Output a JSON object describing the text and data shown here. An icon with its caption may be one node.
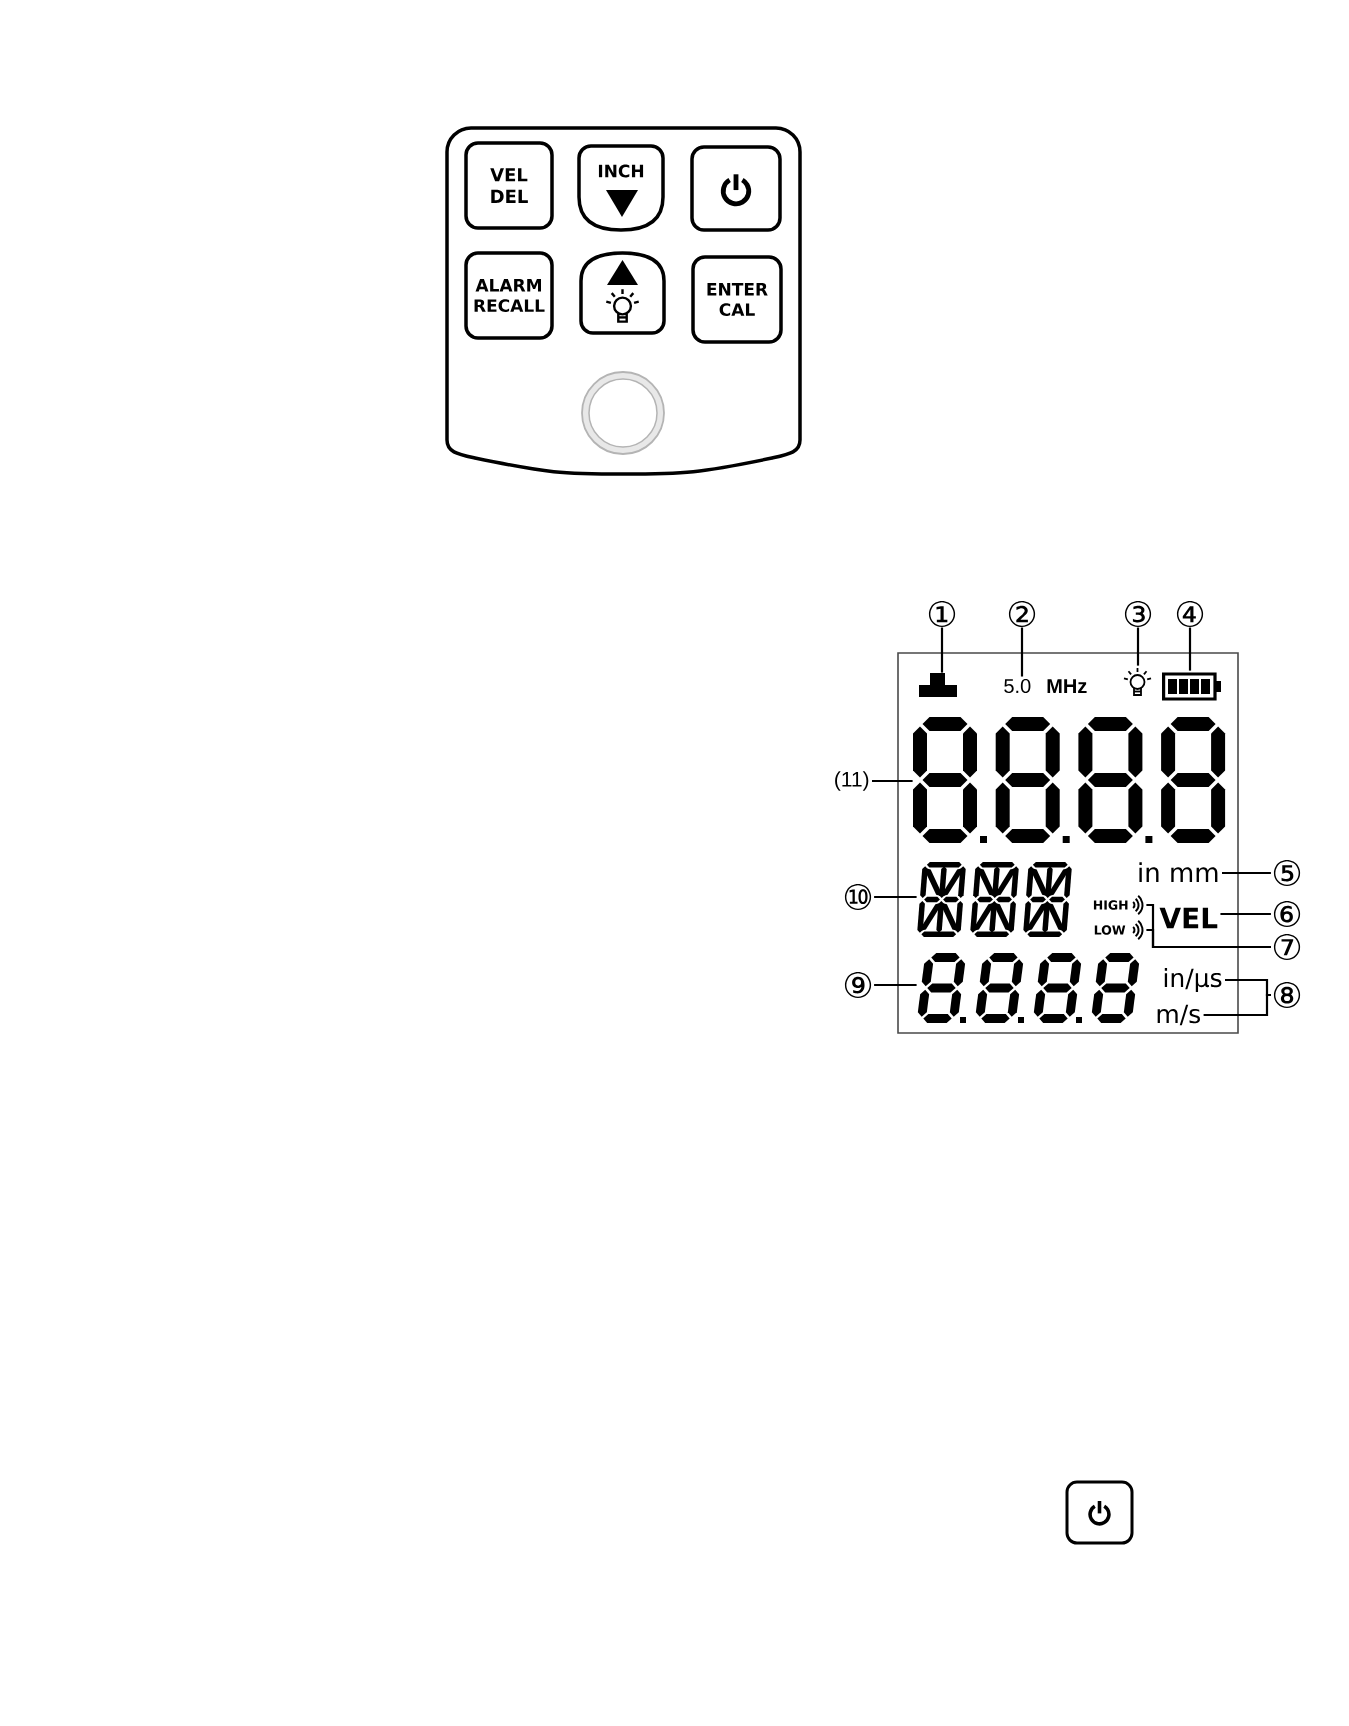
{
  "diagram": {
    "nodes": [
      {
        "text": [],
        "shape": "box"
      },
      {
        "text": [
          "VEL DEL"
        ],
        "in": 0
      },
      {
        "text": [
          "INCH"
        ],
        "in": 0
      },
      {
        "text": [],
        "shape": "box",
        "in": 0
      },
      {
        "text": [
          "ALARM RECALL"
        ],
        "in": 0
      },
      {
        "text": [],
        "shape": "arch",
        "in": 0
      },
      {
        "text": [
          "ENTER CAL"
        ],
        "in": 0
      },
      {
        "text": [],
        "shape": "circle",
        "in": 0
      },
      {
        "text": [],
        "shape": "box"
      },
      {
        "text": [
          "①"
        ]
      },
      {
        "text": [
          "②"
        ]
      },
      {
        "text": [
          "③"
        ]
      },
      {
        "text": [
          "④"
        ]
      },
      {
        "text": [],
        "shape": "picture",
        "in": 8
      },
      {
        "text": [
          "5.0 **MHz**"
        ],
        "in": 8
      },
      {
        "text": [],
        "shape": "picture",
        "in": 8
      },
      {
        "text": [],
        "shape": "picture",
        "in": 8
      },
      {
        "text": [
          "(11)"
        ]
      },
      {
        "text": [],
        "shape": "picture",
        "in": 8
      },
      {
        "text": [
          "⑩"
        ]
      },
      {
        "text": [],
        "shape": "picture",
        "in": 8
      },
      {
        "text": [
          "in mm"
        ],
        "in": 8
      },
      {
        "text": [
          "⑤"
        ]
      },
      {
        "text": [
          "VEL"
        ],
        "in": 8
      },
      {
        "text": [
          "⑥"
        ]
      },
      {
        "text": [],
        "shape": "picture",
        "in": 8,
        "beside": [
          "HIGH"
        ]
      },
      {
        "text": [],
        "shape": "picture",
        "in": 8,
        "beside": [
          "LOW"
        ]
      },
      {
        "text": [
          "⑦"
        ]
      },
      {
        "text": [
          "⑨"
        ]
      },
      {
        "text": [],
        "shape": "picture",
        "in": 8
      },
      {
        "text": [
          "in/μs"
        ],
        "in": 8
      },
      {
        "text": [
          "m/s"
        ],
        "in": 8
      },
      {
        "text": [
          "⑧"
        ]
      },
      {
        "text": [],
        "shape": "box"
      }
    ],
    "edges": [
      {
        "from": 9,
        "to": 13,
        "arrow": "none"
      },
      {
        "from": 10,
        "to": 14,
        "arrow": "none"
      },
      {
        "from": 11,
        "to": 15,
        "arrow": "none"
      },
      {
        "from": 12,
        "to": 16,
        "arrow": "none"
      },
      {
        "from": 17,
        "to": 18,
        "arrow": "none"
      },
      {
        "from": 19,
        "to": 20,
        "arrow": "none"
      },
      {
        "from": 22,
        "to": 21,
        "arrow": "none"
      },
      {
        "from": 24,
        "to": 23,
        "arrow": "none"
      },
      {
        "from": 27,
        "to": 25,
        "arrow": "none"
      },
      {
        "from": 27,
        "to": 26,
        "arrow": "none"
      },
      {
        "from": 28,
        "to": 29,
        "arrow": "none"
      },
      {
        "from": 32,
        "to": 30,
        "arrow": "none"
      },
      {
        "from": 32,
        "to": 31,
        "arrow": "none"
      }
    ]
  }
}
